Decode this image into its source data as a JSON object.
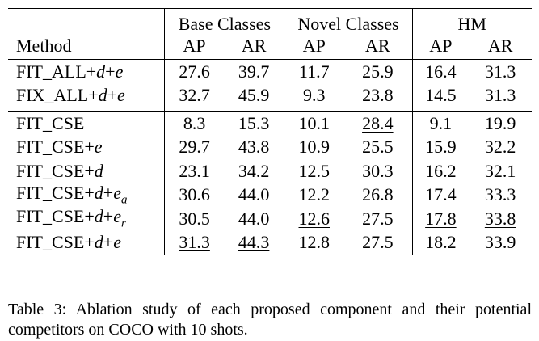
{
  "table": {
    "column_groups": [
      "Base Classes",
      "Novel Classes",
      "HM"
    ],
    "method_header": "Method",
    "metric_headers": [
      "AP",
      "AR",
      "AP",
      "AR",
      "AP",
      "AR"
    ],
    "group1_rows": [
      {
        "method": "FIT_ALL+d+e",
        "values": [
          "27.6",
          "39.7",
          "11.7",
          "25.9",
          "16.4",
          "31.3"
        ]
      },
      {
        "method": "FIX_ALL+d+e",
        "values": [
          "32.7",
          "45.9",
          "9.3",
          "23.8",
          "14.5",
          "31.3"
        ]
      }
    ],
    "group2_rows": [
      {
        "method": "FIT_CSE",
        "values": [
          "8.3",
          "15.3",
          "10.1",
          "28.4",
          "9.1",
          "19.9"
        ]
      },
      {
        "method": "FIT_CSE+e",
        "values": [
          "29.7",
          "43.8",
          "10.9",
          "25.5",
          "15.9",
          "32.2"
        ]
      },
      {
        "method": "FIT_CSE+d",
        "values": [
          "23.1",
          "34.2",
          "12.5",
          "30.3",
          "16.2",
          "32.1"
        ]
      },
      {
        "method": "FIT_CSE+d+ea",
        "values": [
          "30.6",
          "44.0",
          "12.2",
          "26.8",
          "17.4",
          "33.3"
        ]
      },
      {
        "method": "FIT_CSE+d+er",
        "values": [
          "30.5",
          "44.0",
          "12.6",
          "27.5",
          "17.8",
          "33.8"
        ]
      },
      {
        "method": "FIT_CSE+d+e",
        "values": [
          "31.3",
          "44.3",
          "12.8",
          "27.5",
          "18.2",
          "33.9"
        ]
      }
    ]
  },
  "caption": "Table 3: Ablation study of each proposed component and their potential competitors on COCO with 10 shots."
}
